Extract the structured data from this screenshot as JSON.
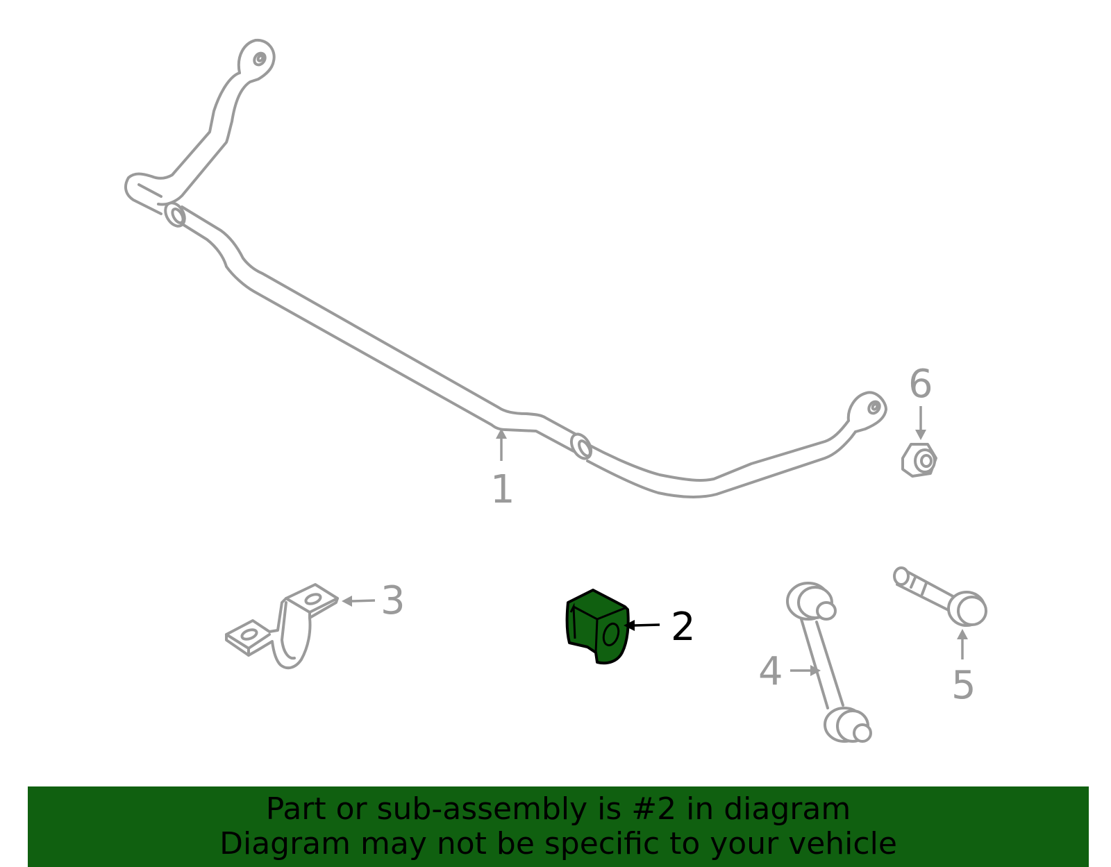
{
  "callouts": {
    "c1": "1",
    "c2": "2",
    "c3": "3",
    "c4": "4",
    "c5": "5",
    "c6": "6"
  },
  "banner": {
    "line1": "Part or sub-assembly is #2 in diagram",
    "line2": "Diagram may not be specific to your vehicle",
    "color": "#106010"
  },
  "highlight": {
    "part": "2",
    "color": "#106010"
  },
  "line_color": "#9a9a9a"
}
